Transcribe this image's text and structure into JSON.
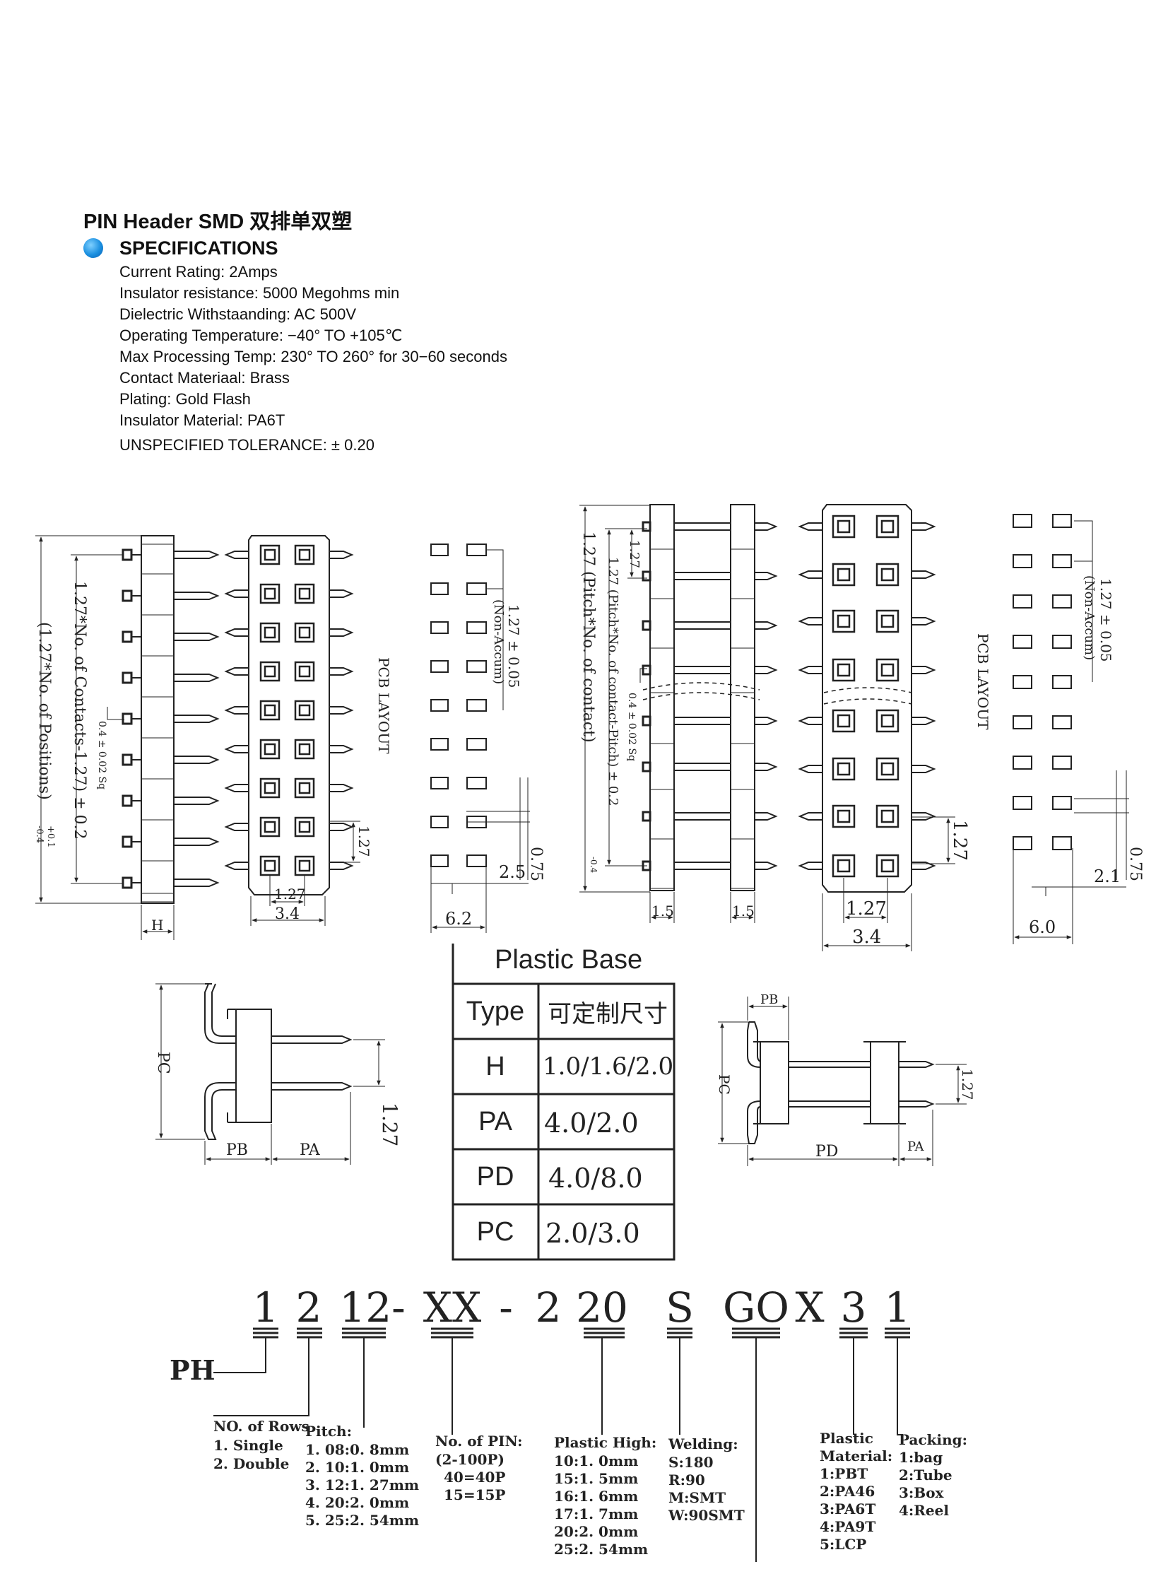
{
  "title": "PIN Header SMD 双排单双塑",
  "specifications": {
    "heading": "SPECIFICATIONS",
    "items": [
      "Current Rating: 2Amps",
      "Insulator resistance: 5000 Megohms min",
      "Dielectric Withstaanding: AC 500V",
      "Operating Temperature: −40°  TO +105℃",
      "Max Processing Temp: 230°  TO 260°  for 30−60 seconds",
      "Contact Materiaal: Brass",
      "Plating: Gold Flash",
      "Insulator Material: PA6T"
    ],
    "tolerance": "UNSPECIFIED TOLERANCE:  ± 0.20"
  },
  "drawing1": {
    "dim_positions": "(1.27*No. of Positions)",
    "dim_positions_tol_top": "+0.1",
    "dim_positions_tol_bottom": "-0.4",
    "dim_contacts": "1.27*No. of Contacts-1.27) ± 0.2",
    "dim_pin": "0.4 ± 0.02 Sq",
    "dim_pitch": "1.27",
    "dim_width_pitch": "1.27",
    "dim_width": "3.4",
    "dim_h": "H",
    "pcb_layout": "PCB LAYOUT",
    "pcb_pitch": "1.27 ± 0.05",
    "pcb_non_accum": "(Non-Accum)",
    "pcb_pad_h": "0.75",
    "pcb_pad_w": "2.5",
    "pcb_total": "6.2"
  },
  "drawing2": {
    "dim_contact": "1.27 (Pitch*No. of contact)",
    "dim_contact_tol": "-0.4",
    "dim_contact_pitch": "1.27 (Pitch*No. of contact-Pitch) ± 0.2",
    "dim_top_pitch": "1.27",
    "dim_pin": "0.4 ± 0.02 Sq",
    "dim_left": "1.5",
    "dim_right": "1.5",
    "dim_pitch": "1.27",
    "dim_width_pitch": "1.27",
    "dim_width": "3.4",
    "pcb_layout": "PCB LAYOUT",
    "pcb_pitch": "1.27 ± 0.05",
    "pcb_non_accum": "(Non-Accum)",
    "pcb_pad_h": "0.75",
    "pcb_pad_w": "2.1",
    "pcb_total": "6.0"
  },
  "side_left": {
    "pc": "PC",
    "pb": "PB",
    "pa": "PA",
    "pitch": "1.27"
  },
  "side_right": {
    "pb": "PB",
    "pc": "PC",
    "pd": "PD",
    "pa": "PA",
    "pitch": "1.27"
  },
  "plastic_base": {
    "heading": "Plastic Base",
    "header_type": "Type",
    "header_value": "可定制尺寸",
    "rows": [
      {
        "type": "H",
        "value": "1.0/1.6/2.0"
      },
      {
        "type": "PA",
        "value": "4.0/2.0"
      },
      {
        "type": "PD",
        "value": "4.0/8.0"
      },
      {
        "type": "PC",
        "value": "2.0/3.0"
      }
    ]
  },
  "part_number": {
    "prefix": "PH",
    "codes": [
      "1",
      "2",
      "12-",
      "XX",
      "-",
      "2",
      "20",
      "S",
      "GO",
      "X",
      "3",
      "1"
    ],
    "rows": {
      "title": "NO. of Rows",
      "items": [
        "1. Single",
        "2. Double"
      ]
    },
    "pitch": {
      "title": "Pitch:",
      "items": [
        "1. 08:0. 8mm",
        "2. 10:1. 0mm",
        "3. 12:1. 27mm",
        "4. 20:2. 0mm",
        "5. 25:2. 54mm"
      ]
    },
    "pins": {
      "title": "No. of PIN:",
      "items": [
        "(2-100P)",
        "40=40P",
        "15=15P"
      ]
    },
    "plastic_high": {
      "title": "Plastic High:",
      "items": [
        "10:1. 0mm",
        "15:1. 5mm",
        "16:1. 6mm",
        "17:1. 7mm",
        "20:2. 0mm",
        "25:2. 54mm"
      ]
    },
    "welding": {
      "title": "Welding:",
      "items": [
        "S:180",
        "R:90",
        "M:SMT",
        "W:90SMT"
      ]
    },
    "plastic_material": {
      "title": "Plastic",
      "title2": "Material:",
      "items": [
        "1:PBT",
        "2:PA46",
        "3:PA6T",
        "4:PA9T",
        "5:LCP"
      ]
    },
    "packing": {
      "title": "Packing:",
      "items": [
        "1:bag",
        "2:Tube",
        "3:Box",
        "4:Reel"
      ]
    }
  }
}
